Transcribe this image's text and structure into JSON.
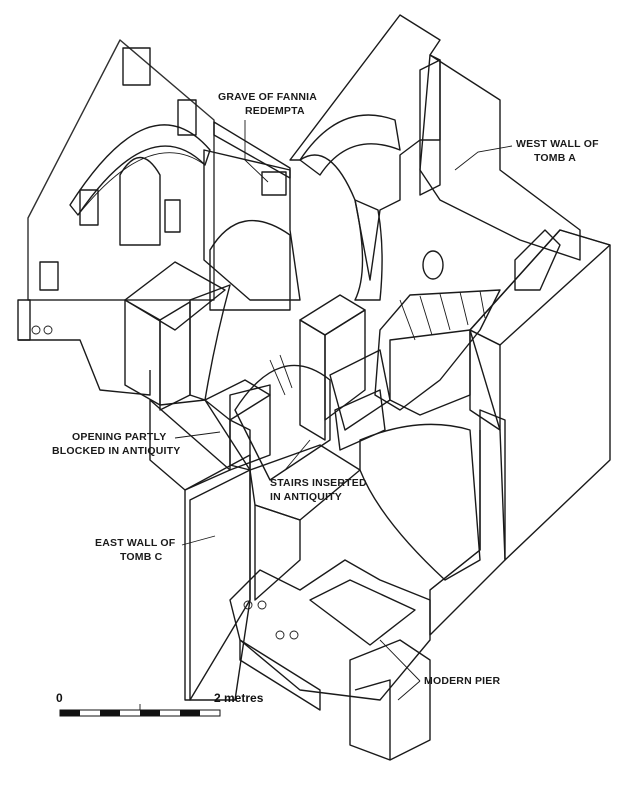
{
  "labels": {
    "grave": [
      "GRAVE OF FANNIA",
      "REDEMPTA"
    ],
    "west_wall": [
      "WEST WALL OF",
      "TOMB A"
    ],
    "opening": [
      "OPENING PARTLY",
      "BLOCKED IN ANTIQUITY"
    ],
    "stairs": [
      "STAIRS INSERTED",
      "IN ANTIQUITY"
    ],
    "east_wall": [
      "EAST WALL OF",
      "TOMB C"
    ],
    "modern_pier": "MODERN PIER"
  },
  "scale_bar": {
    "start_label": "0",
    "end_label": "2 metres"
  },
  "colors": {
    "ink": "#1a1a1a",
    "paper": "#ffffff",
    "stipple": "#555555"
  }
}
